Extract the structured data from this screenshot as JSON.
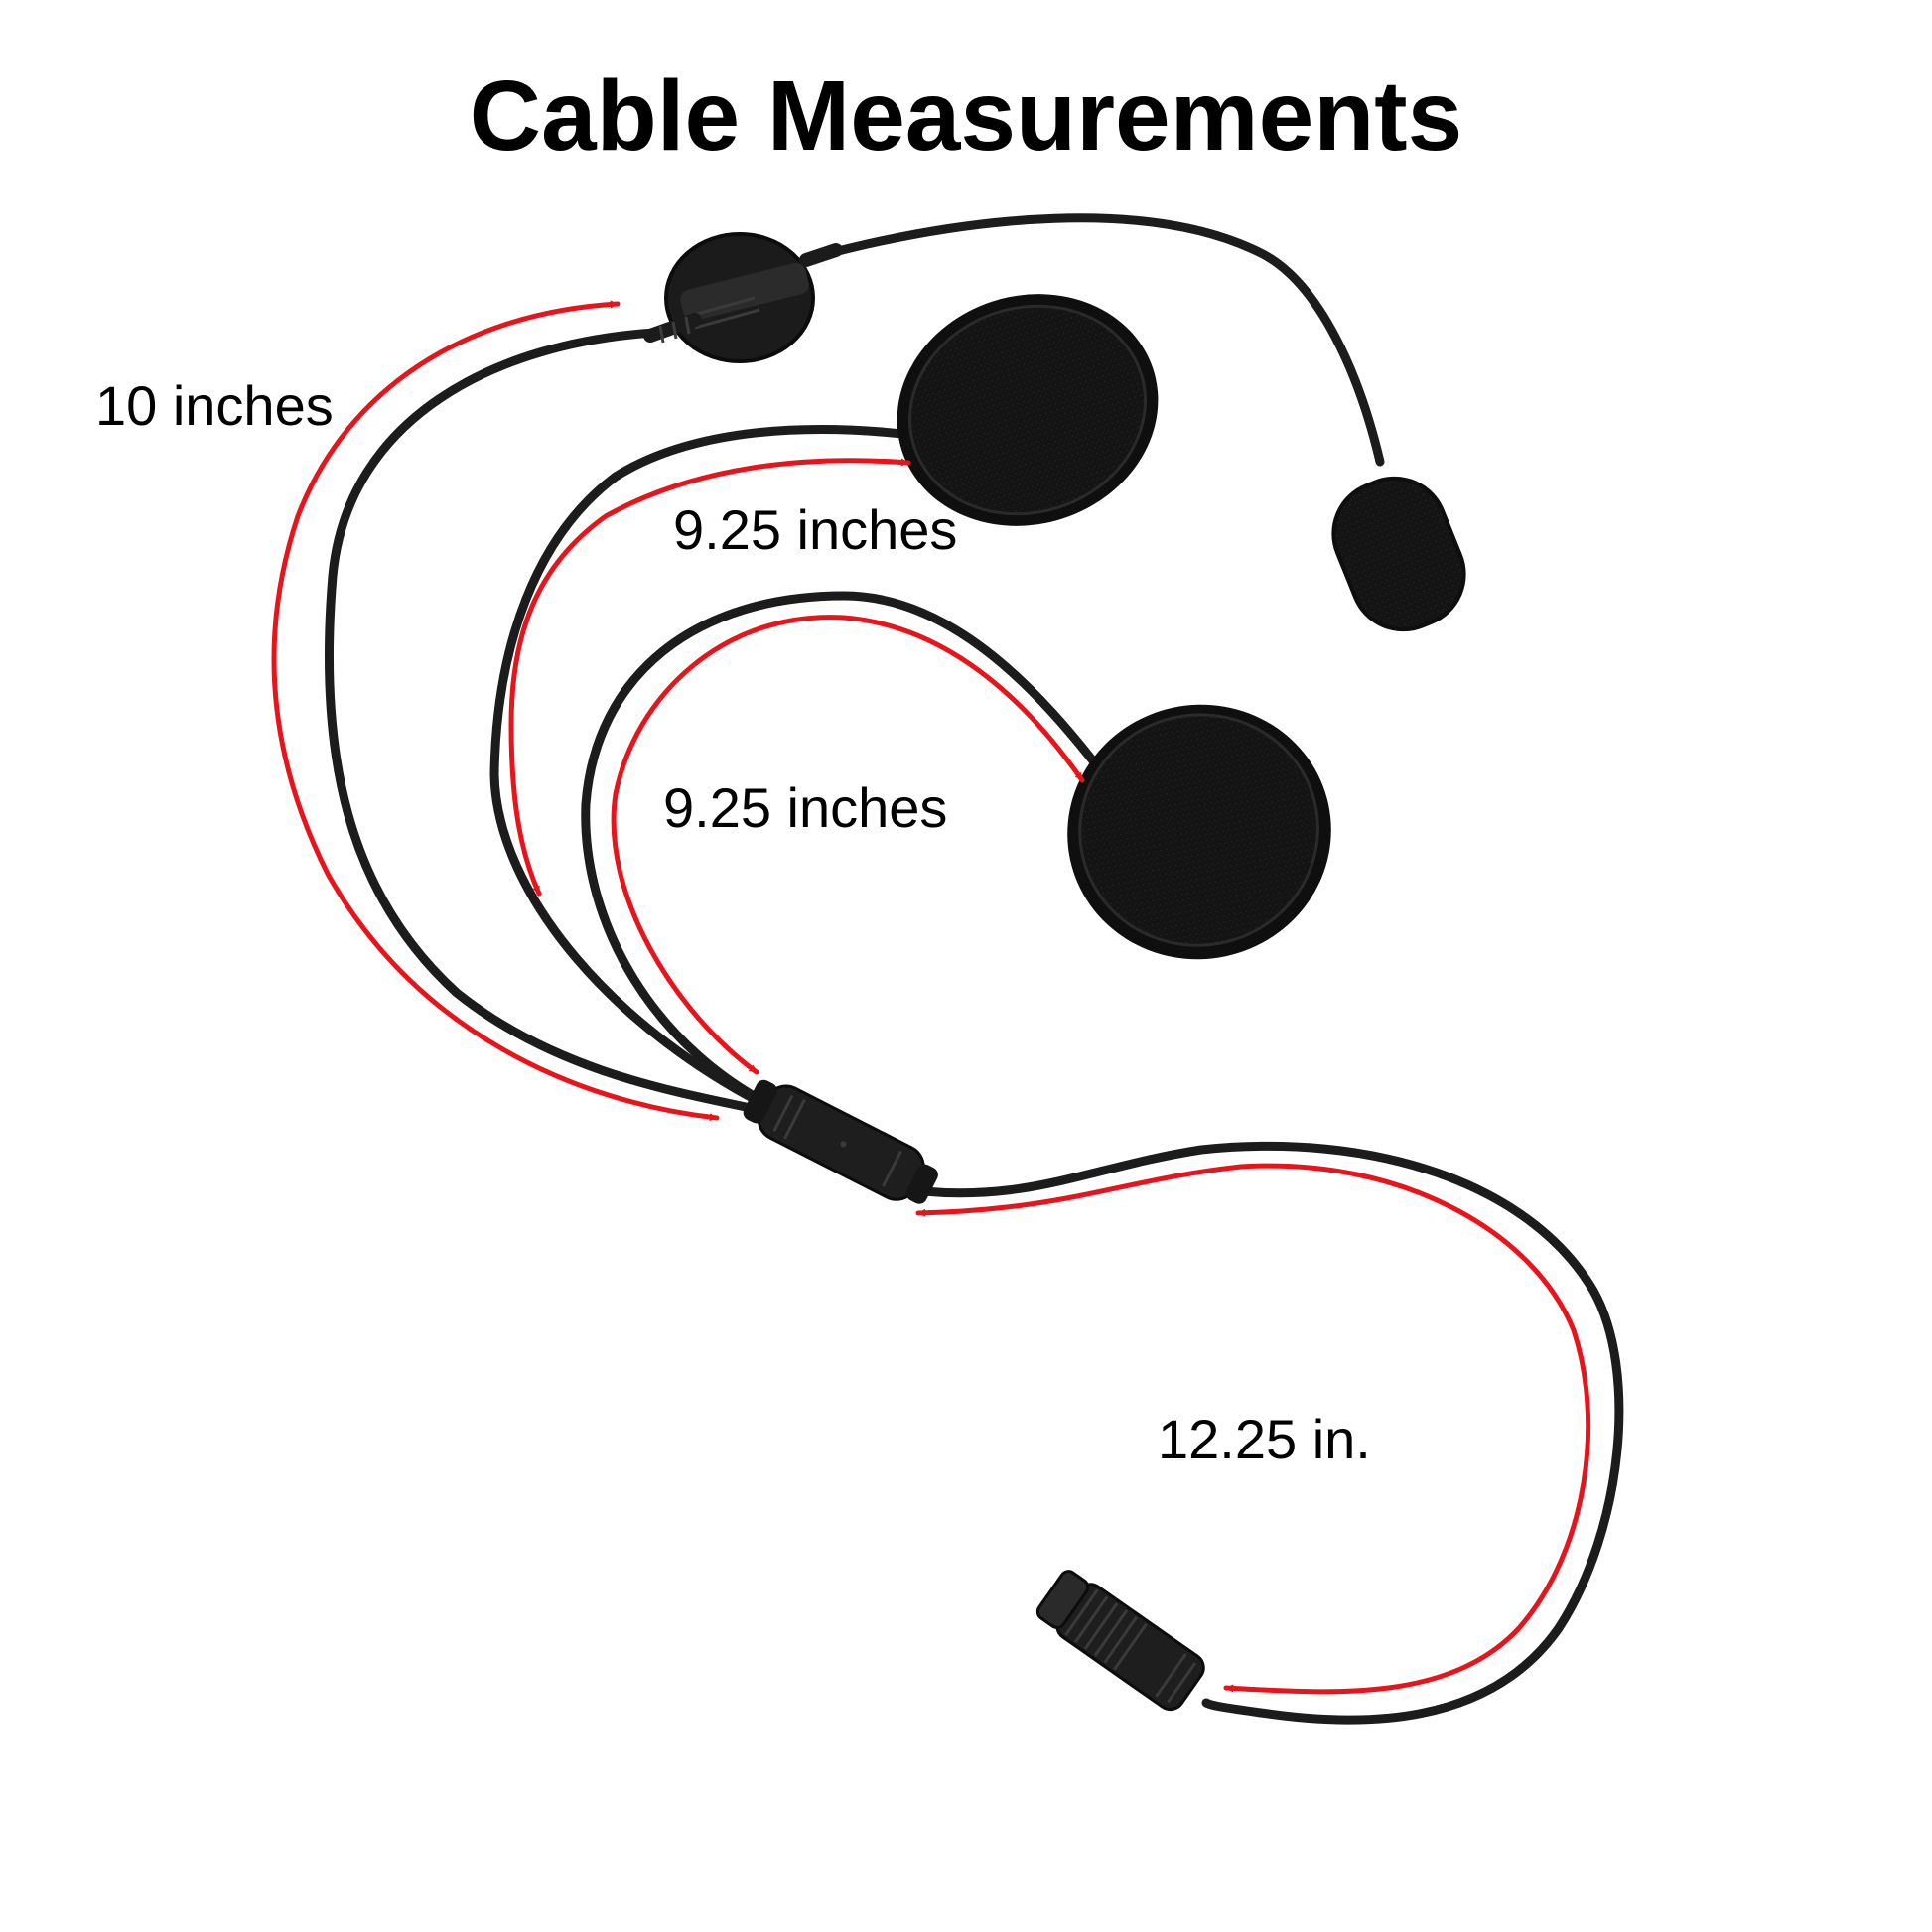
{
  "title": "Cable Measurements",
  "measurements": {
    "mic_cable": "10 inches",
    "upper_speaker_cable": "9.25 inches",
    "lower_speaker_cable": "9.25 inches",
    "main_cable": "12.25 in."
  },
  "colors": {
    "cable": "#1c1c1c",
    "arrow": "#e8141c",
    "text": "#000000",
    "background": "#ffffff"
  }
}
